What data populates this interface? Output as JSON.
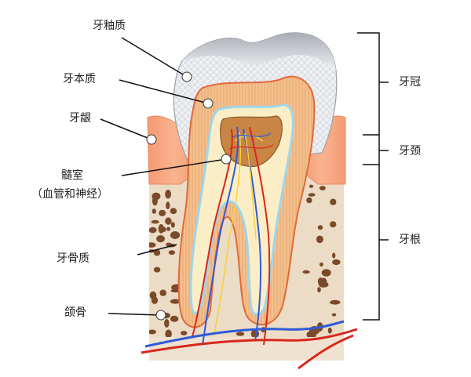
{
  "labels": {
    "enamel": "牙釉质",
    "dentin": "牙本质",
    "gum": "牙龈",
    "pulp_chamber_line1": "髓室",
    "pulp_chamber_line2": "（血管和神经）",
    "cementum": "牙骨质",
    "jaw_bone": "颌骨"
  },
  "regions": {
    "crown": "牙冠",
    "neck": "牙颈",
    "root": "牙根"
  },
  "colors": {
    "enamel": "#e9ecf0",
    "enamel_top": "#b9bcc3",
    "dentin": "#f2b77f",
    "dentin_dark": "#e79a5d",
    "pulp": "#fbe9b8",
    "pulp_core": "#c98544",
    "gum": "#f6a27e",
    "bone": "#ead9c3",
    "bone_hole": "#7a4a2a",
    "vessel_red": "#d9271c",
    "nerve_blue": "#2f5bd6",
    "nerve_yellow": "#f3d23a",
    "cement_line": "#e84a3a",
    "cyan_layer": "#9fd6ea"
  }
}
